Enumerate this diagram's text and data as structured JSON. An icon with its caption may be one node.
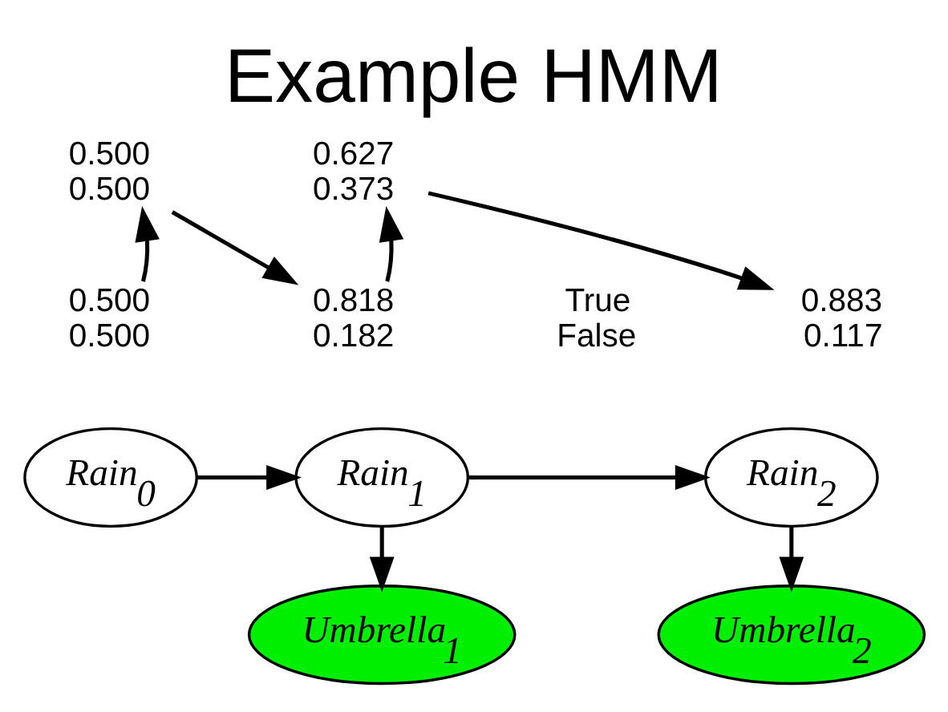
{
  "diagram": {
    "title": "Example HMM",
    "nodes": [
      {
        "text": [
          "Rain$_{0}$"
        ]
      },
      {
        "text": [
          "Rain$_{1}$"
        ]
      },
      {
        "text": [
          "Rain$_{2}$"
        ]
      },
      {
        "text": [
          "Umbrella$_{1}$"
        ]
      },
      {
        "text": [
          "Umbrella$_{2}$"
        ]
      },
      {
        "text": [
          "0.500",
          "0.500"
        ]
      },
      {
        "text": [
          "0.500",
          "0.500"
        ]
      },
      {
        "text": [
          "0.818",
          "0.182"
        ]
      },
      {
        "text": [
          "0.627",
          "0.373"
        ]
      },
      {
        "text": [
          "0.883",
          "0.117"
        ]
      }
    ],
    "edges": [
      {
        "from": 0,
        "to": 1,
        "arrow": "to"
      },
      {
        "from": 1,
        "to": 2,
        "arrow": "to"
      },
      {
        "from": 1,
        "to": 3,
        "arrow": "to"
      },
      {
        "from": 2,
        "to": 4,
        "arrow": "to"
      },
      {
        "from": 5,
        "to": 6,
        "arrow": "to"
      },
      {
        "from": 6,
        "to": 7,
        "arrow": "to"
      },
      {
        "from": 7,
        "to": 8,
        "arrow": "to"
      },
      {
        "from": 8,
        "to": 9,
        "arrow": "to"
      }
    ],
    "labels": [
      "True",
      "False"
    ]
  }
}
